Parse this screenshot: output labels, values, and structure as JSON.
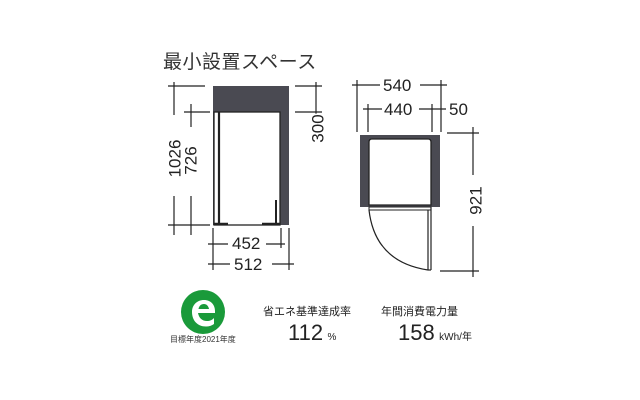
{
  "title": "最小設置スペース",
  "front_view": {
    "dims": {
      "total_height": "1026",
      "body_height": "726",
      "top_clearance": "300",
      "body_width": "452",
      "total_width": "512"
    }
  },
  "top_view": {
    "dims": {
      "total_width": "540",
      "body_width": "440",
      "side_clearance": "50",
      "depth_with_door": "921"
    }
  },
  "eco_label": {
    "icon": "e-mark-icon",
    "caption": "目標年度2021年度",
    "color": "#1a9a3a"
  },
  "energy_rate": {
    "label": "省エネ基準達成率",
    "value": "112",
    "unit": "%"
  },
  "annual_power": {
    "label": "年間消費電力量",
    "value": "158",
    "unit": "kWh/年"
  }
}
